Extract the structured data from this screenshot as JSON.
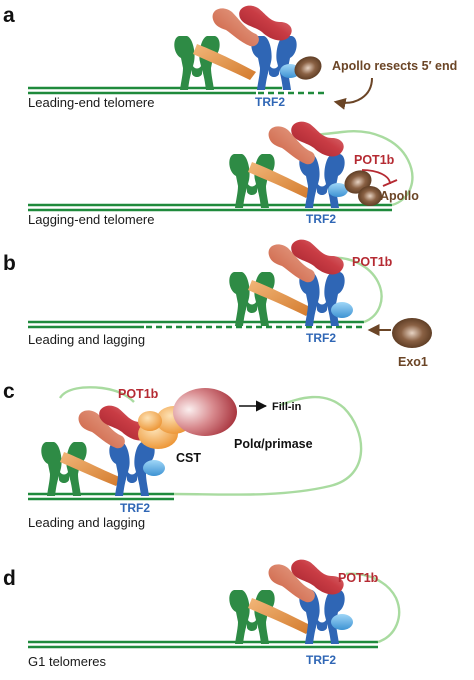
{
  "panels": {
    "a": {
      "letter": "a",
      "top": {
        "caption": "Leading-end telomere",
        "trf2": "TRF2",
        "apollo_note": "Apollo resects 5′ end"
      },
      "bottom": {
        "caption": "Lagging-end telomere",
        "trf2": "TRF2",
        "pot1b": "POT1b",
        "apollo": "Apollo"
      }
    },
    "b": {
      "letter": "b",
      "caption": "Leading and lagging",
      "trf2": "TRF2",
      "pot1b": "POT1b",
      "exo1": "Exo1"
    },
    "c": {
      "letter": "c",
      "caption": "Leading and lagging",
      "trf2": "TRF2",
      "pot1b": "POT1b",
      "cst": "CST",
      "fill_in": "Fill-in",
      "pol": "Polα/primase"
    },
    "d": {
      "letter": "d",
      "caption": "G1 telomeres",
      "trf2": "TRF2",
      "pot1b": "POT1b"
    }
  },
  "colors": {
    "dna": "#1f8a3c",
    "overhang": "#a9dba0",
    "trf1": "#2e8b45",
    "trf2": "#2f66b5",
    "rap1": "#59aee6",
    "tin2": "#e08a3c",
    "tpp1": "#c0513a",
    "pot1b": "#b52a32",
    "apollo": "#6b4526",
    "cst": "#f0a142",
    "pol": "#a8222c"
  }
}
